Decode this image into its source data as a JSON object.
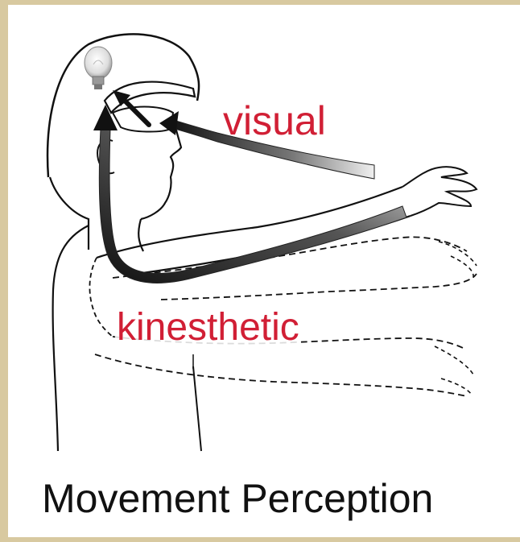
{
  "labels": {
    "visual": "visual",
    "kinesthetic": "kinesthetic"
  },
  "caption": "Movement Perception",
  "colors": {
    "label_red": "#d11f35",
    "frame": "#d8c9a0",
    "ink": "#111111",
    "arrow_dark": "#1a1a1a"
  },
  "icons": {
    "bulb": "lightbulb-icon"
  }
}
